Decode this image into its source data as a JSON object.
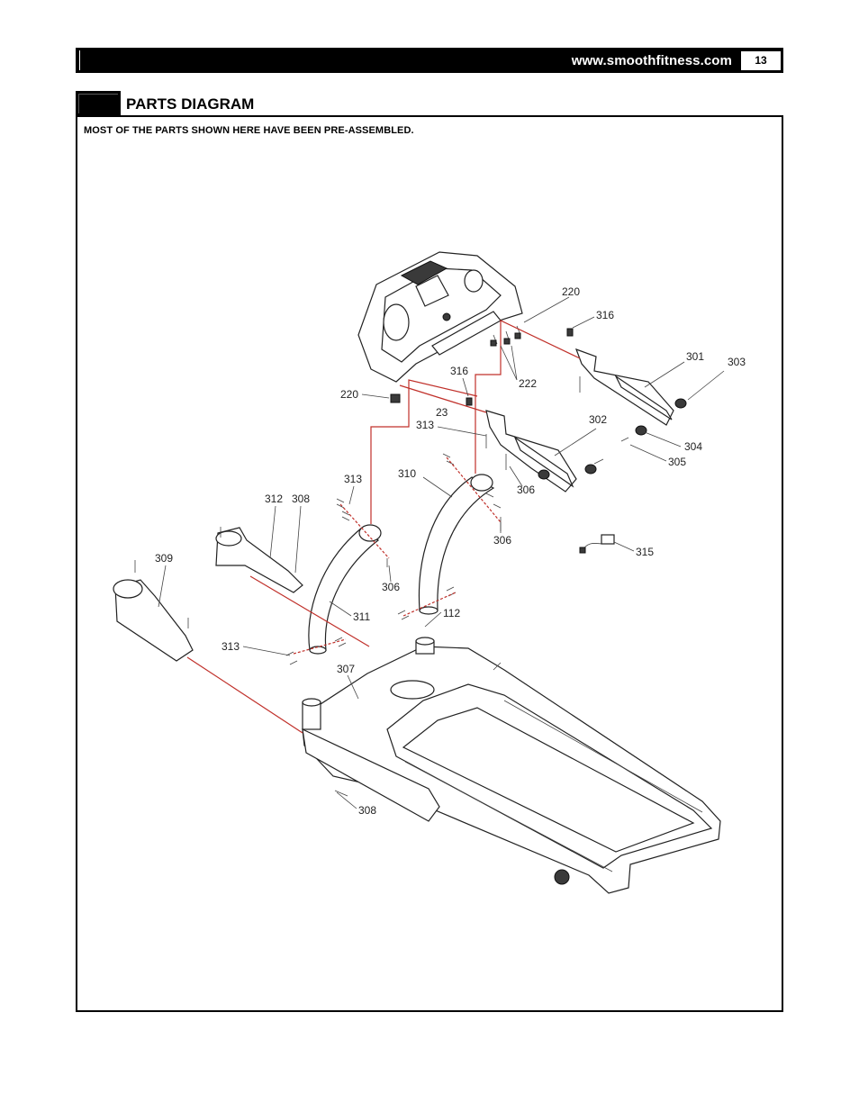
{
  "header": {
    "website": "www.smoothfitness.com",
    "page_number": "13"
  },
  "section": {
    "title": "PARTS DIAGRAM",
    "note": "MOST OF THE PARTS SHOWN HERE HAVE BEEN PRE-ASSEMBLED."
  },
  "diagram": {
    "part_labels": [
      "220",
      "316",
      "301",
      "303",
      "222",
      "220",
      "316",
      "23",
      "313",
      "302",
      "304",
      "305",
      "306",
      "313",
      "310",
      "306",
      "312",
      "308",
      "309",
      "306",
      "315",
      "112",
      "311",
      "313",
      "307",
      "308"
    ]
  }
}
